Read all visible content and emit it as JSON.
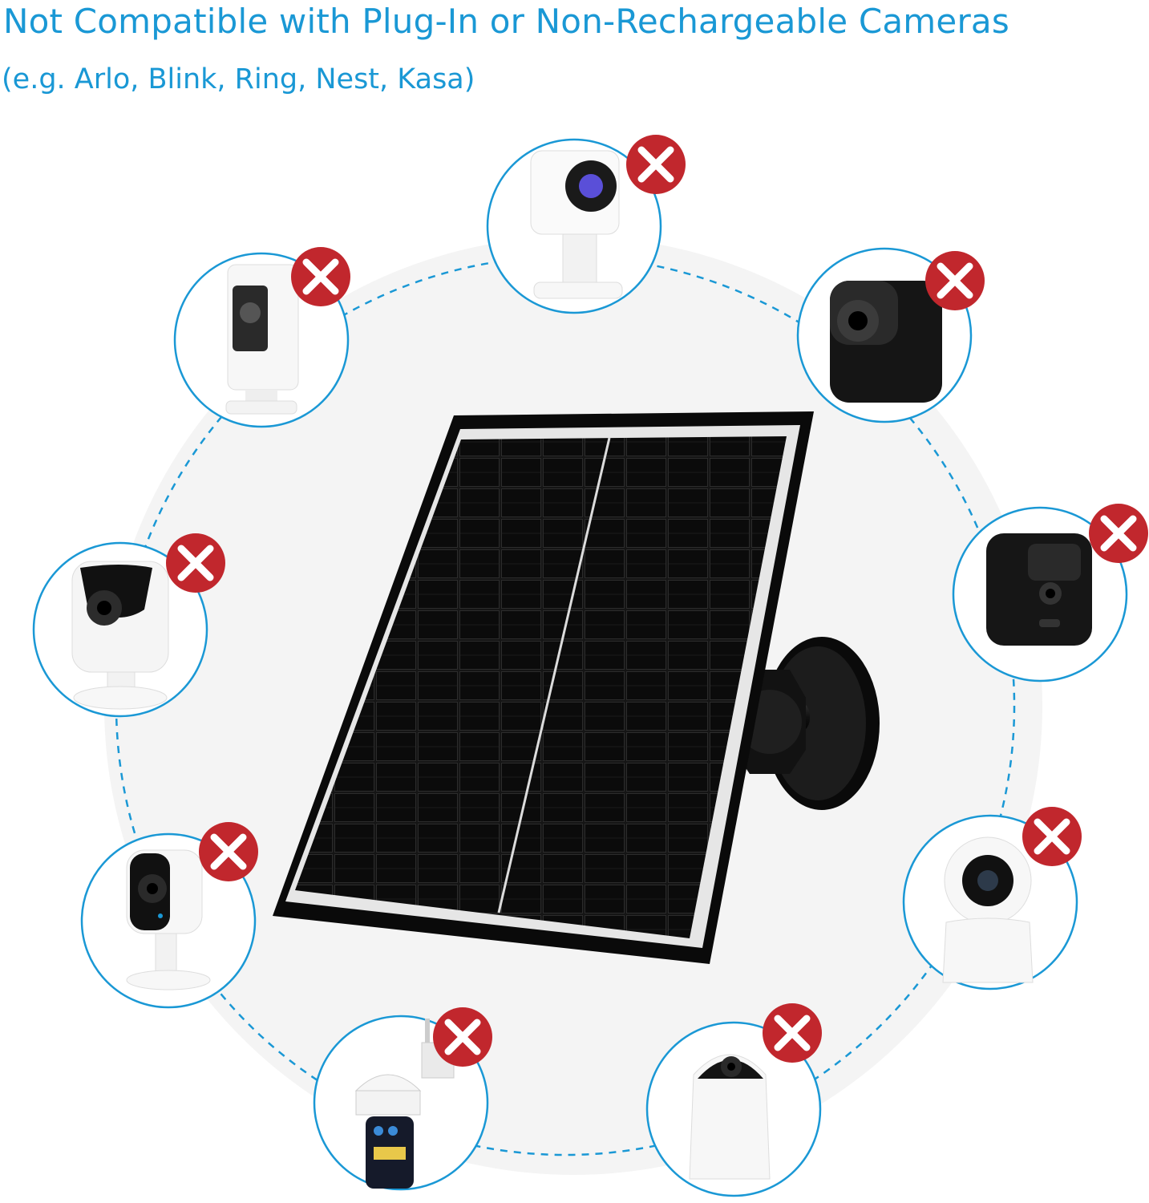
{
  "header": {
    "title": "Not Compatible with Plug-In or Non-Rechargeable Cameras",
    "subtitle": "(e.g. Arlo, Blink, Ring, Nest, Kasa)"
  },
  "colors": {
    "accent_blue": "#1a98d5",
    "cross_red": "#c1272d",
    "panel_black": "#0d0d0d",
    "background_circle": "#f5f5f5"
  },
  "icons": {
    "not_compatible_mark": "x-mark-icon"
  },
  "cameras": [
    {
      "id": "wyze-cube-camera",
      "compatible": false
    },
    {
      "id": "ring-stick-up-camera",
      "compatible": false
    },
    {
      "id": "arlo-black-camera",
      "compatible": false
    },
    {
      "id": "kasa-indoor-camera",
      "compatible": false
    },
    {
      "id": "blink-outdoor-camera",
      "compatible": false
    },
    {
      "id": "eufy-indoor-camera",
      "compatible": false
    },
    {
      "id": "xiaomi-pan-tilt-camera",
      "compatible": false
    },
    {
      "id": "ptz-outdoor-camera",
      "compatible": false
    },
    {
      "id": "dome-indoor-camera",
      "compatible": false
    }
  ]
}
